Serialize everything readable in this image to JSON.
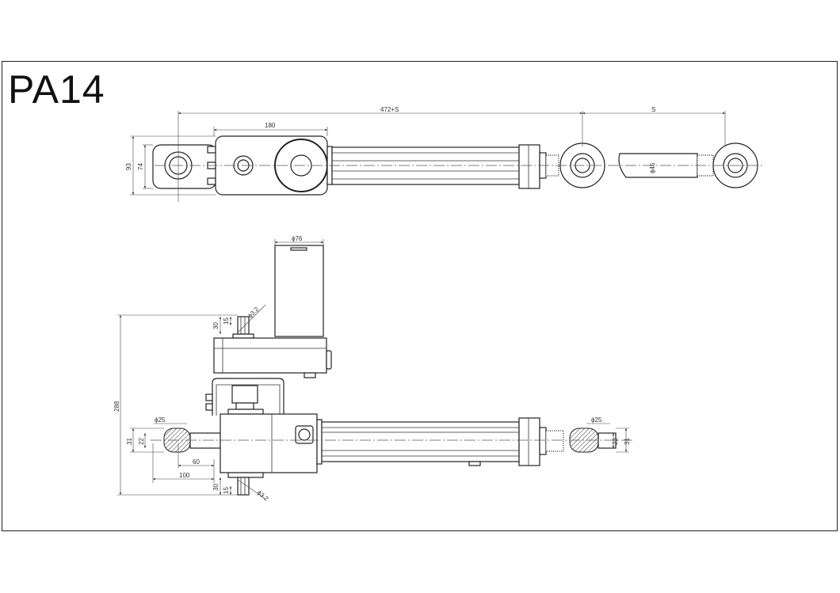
{
  "title": "PA14",
  "top_view": {
    "dims": {
      "overall": "472+S",
      "stroke": "S",
      "body_length": "180",
      "height_outer": "93",
      "height_inner": "74",
      "rod_diameter": "ϕ45"
    }
  },
  "side_view": {
    "dims": {
      "motor_diameter": "ϕ76",
      "total_height": "288",
      "pin_top_30": "30",
      "pin_top_15": "15",
      "pin_top_dia": "ϕ3.2",
      "pin_bottom_30": "30",
      "pin_bottom_15": "15",
      "pin_bottom_dia": "ϕ3.2",
      "left_eye_dia": "ϕ25",
      "left_31": "31",
      "left_22": "22",
      "offset_60": "60",
      "offset_100": "100",
      "right_eye_dia": "ϕ25",
      "right_31": "31",
      "right_22": "22"
    }
  }
}
